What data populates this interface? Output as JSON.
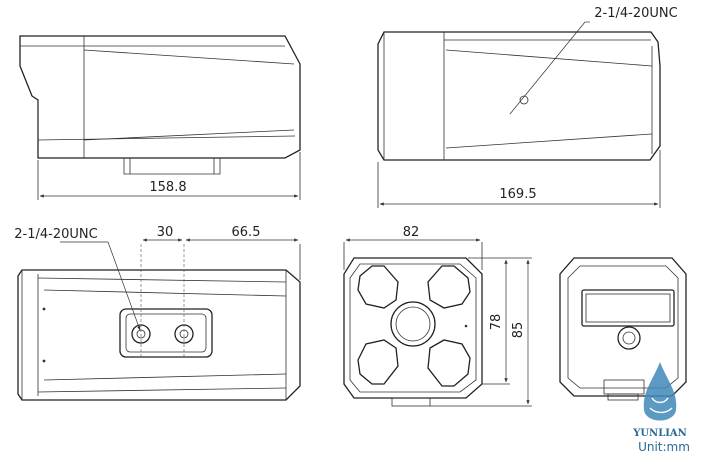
{
  "dimensions": {
    "side_length": "158.8",
    "top_length": "169.5",
    "bottom_length": "66.5",
    "mount_spacing": "30",
    "front_width": "82",
    "front_height_inner": "78",
    "front_height_outer": "85"
  },
  "annotations": {
    "thread_top": "2-1/4-20UNC",
    "thread_bottom": "2-1/4-20UNC"
  },
  "watermark": {
    "brand": "YUNLIAN",
    "unit_label": "Unit:mm"
  },
  "colors": {
    "line": "#222222",
    "watermark": "#2a6a96"
  }
}
